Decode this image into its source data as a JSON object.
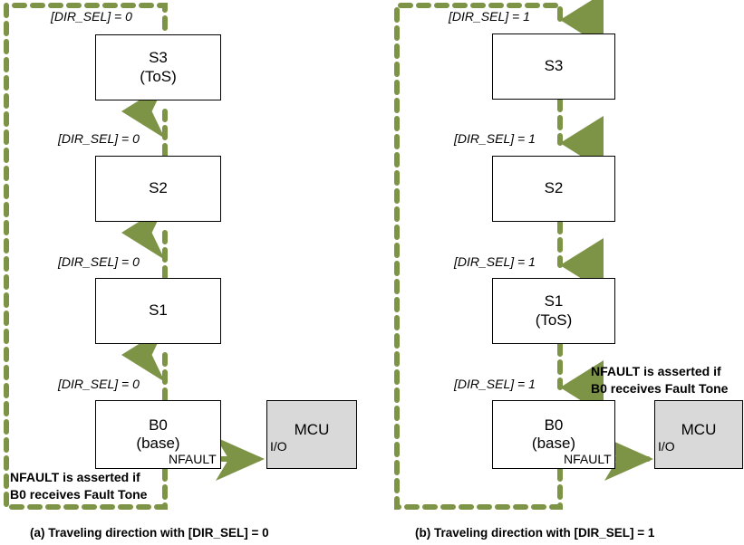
{
  "meta": {
    "accent_green": "#7d9345",
    "box_border": "#000000",
    "mcu_fill": "#d9d9d9",
    "background": "#ffffff"
  },
  "panels": [
    {
      "id": "a",
      "caption": "(a) Traveling direction with [DIR_SEL] = 0",
      "direction": "up",
      "nodes": [
        {
          "name": "S3",
          "sub": "(ToS)"
        },
        {
          "name": "S2",
          "sub": ""
        },
        {
          "name": "S1",
          "sub": ""
        },
        {
          "name": "B0",
          "sub": "(base)"
        }
      ],
      "conditions": [
        "[DIR_SEL] = 0",
        "[DIR_SEL] = 0",
        "[DIR_SEL] = 0",
        "[DIR_SEL] = 0"
      ],
      "mcu": {
        "title": "MCU",
        "io": "I/O"
      },
      "nfault_pin": "NFAULT",
      "note": [
        "NFAULT is asserted if",
        "B0 receives Fault Tone"
      ]
    },
    {
      "id": "b",
      "caption": "(b) Traveling direction with [DIR_SEL] = 1",
      "direction": "down",
      "nodes": [
        {
          "name": "S3",
          "sub": ""
        },
        {
          "name": "S2",
          "sub": ""
        },
        {
          "name": "S1",
          "sub": "(ToS)"
        },
        {
          "name": "B0",
          "sub": "(base)"
        }
      ],
      "conditions": [
        "[DIR_SEL] = 1",
        "[DIR_SEL] = 1",
        "[DIR_SEL] = 1",
        "[DIR_SEL] = 1"
      ],
      "mcu": {
        "title": "MCU",
        "io": "I/O"
      },
      "nfault_pin": "NFAULT",
      "note": [
        "NFAULT is asserted if",
        "B0 receives Fault Tone"
      ]
    }
  ]
}
